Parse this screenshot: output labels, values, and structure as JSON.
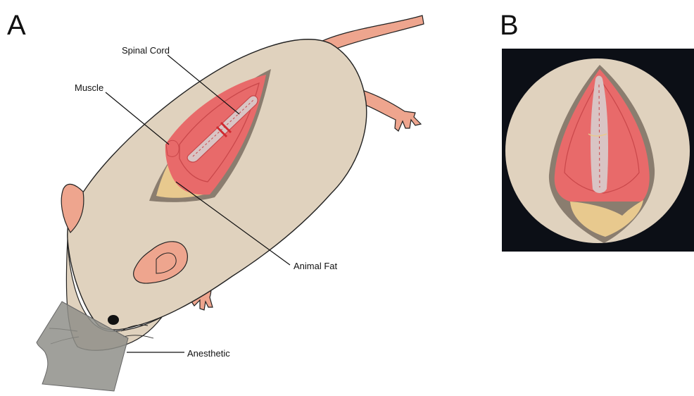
{
  "panels": {
    "a": "A",
    "b": "B"
  },
  "labels": {
    "spinal_cord": "Spinal Cord",
    "muscle": "Muscle",
    "animal_fat": "Animal Fat",
    "anesthetic": "Anesthetic"
  },
  "colors": {
    "body": "#e0d2be",
    "body_outline": "#222222",
    "incision_rim": "#8a7d6f",
    "muscle": "#e86a6a",
    "muscle_dark": "#c9474a",
    "spinal_cord": "#d9c4c4",
    "fat": "#e8c98e",
    "pink": "#eea58e",
    "anesthetic": "#8f8f8a",
    "background_b": "#0c0f16"
  }
}
